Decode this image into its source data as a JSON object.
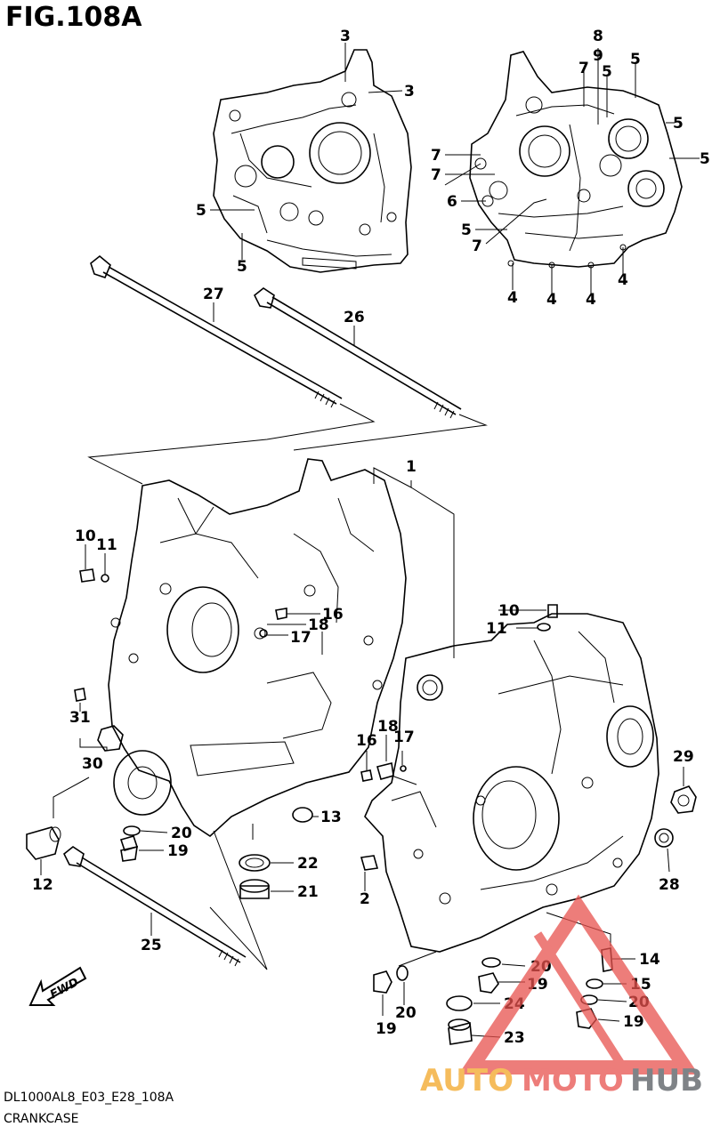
{
  "figure": {
    "title": "FIG.108A",
    "diagram_code": "DL1000AL8_E03_E28_108A",
    "diagram_name": "CRANKCASE"
  },
  "callouts": [
    {
      "id": "c3a",
      "label": "3"
    },
    {
      "id": "c3b",
      "label": "3"
    },
    {
      "id": "c5a",
      "label": "5"
    },
    {
      "id": "c5b",
      "label": "5"
    },
    {
      "id": "c8",
      "label": "8"
    },
    {
      "id": "c9",
      "label": "9"
    },
    {
      "id": "c5c",
      "label": "5"
    },
    {
      "id": "c5d",
      "label": "5"
    },
    {
      "id": "c5e",
      "label": "5"
    },
    {
      "id": "c5f",
      "label": "5"
    },
    {
      "id": "c7a",
      "label": "7"
    },
    {
      "id": "c7b",
      "label": "7"
    },
    {
      "id": "c7c",
      "label": "7"
    },
    {
      "id": "c6",
      "label": "6"
    },
    {
      "id": "c5g",
      "label": "5"
    },
    {
      "id": "c7d",
      "label": "7"
    },
    {
      "id": "c4a",
      "label": "4"
    },
    {
      "id": "c4b",
      "label": "4"
    },
    {
      "id": "c4c",
      "label": "4"
    },
    {
      "id": "c4d",
      "label": "4"
    },
    {
      "id": "c27",
      "label": "27"
    },
    {
      "id": "c26",
      "label": "26"
    },
    {
      "id": "c1",
      "label": "1"
    },
    {
      "id": "c10a",
      "label": "10"
    },
    {
      "id": "c11a",
      "label": "11"
    },
    {
      "id": "c16a",
      "label": "16"
    },
    {
      "id": "c18a",
      "label": "18"
    },
    {
      "id": "c17a",
      "label": "17"
    },
    {
      "id": "c10b",
      "label": "10"
    },
    {
      "id": "c11b",
      "label": "11"
    },
    {
      "id": "c31",
      "label": "31"
    },
    {
      "id": "c30",
      "label": "30"
    },
    {
      "id": "c18b",
      "label": "18"
    },
    {
      "id": "c16b",
      "label": "16"
    },
    {
      "id": "c17b",
      "label": "17"
    },
    {
      "id": "c29",
      "label": "29"
    },
    {
      "id": "c13",
      "label": "13"
    },
    {
      "id": "c20a",
      "label": "20"
    },
    {
      "id": "c19a",
      "label": "19"
    },
    {
      "id": "c12",
      "label": "12"
    },
    {
      "id": "c22",
      "label": "22"
    },
    {
      "id": "c21",
      "label": "21"
    },
    {
      "id": "c2",
      "label": "2"
    },
    {
      "id": "c28",
      "label": "28"
    },
    {
      "id": "c25",
      "label": "25"
    },
    {
      "id": "c14",
      "label": "14"
    },
    {
      "id": "c20b",
      "label": "20"
    },
    {
      "id": "c19b",
      "label": "19"
    },
    {
      "id": "c15",
      "label": "15"
    },
    {
      "id": "c24",
      "label": "24"
    },
    {
      "id": "c20c",
      "label": "20"
    },
    {
      "id": "c19c",
      "label": "19"
    },
    {
      "id": "c20d",
      "label": "20"
    },
    {
      "id": "c19d",
      "label": "19"
    },
    {
      "id": "c23",
      "label": "23"
    }
  ],
  "watermark": {
    "part1": "AUTO",
    "part2": "MOTO",
    "part3": "HUB",
    "colors": {
      "auto": "#f2a626",
      "moto": "#e8524e",
      "hub": "#555a60"
    }
  },
  "fwd_arrow": {
    "label": "FWD"
  }
}
